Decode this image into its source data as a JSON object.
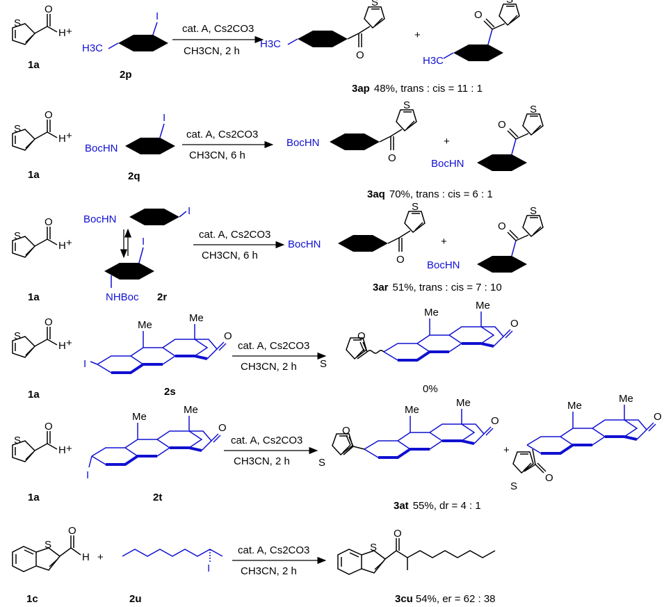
{
  "rows": [
    {
      "aldehyde_label": "1a",
      "plus": "+",
      "substrate_label": "2p",
      "substrate_text": [
        "I",
        "H3C"
      ],
      "reagent_top": "cat. A, Cs2CO3",
      "reagent_bottom": "CH3CN, 2 h",
      "product_label": "3ap",
      "product_result": "48%, trans : cis = 11 : 1"
    },
    {
      "aldehyde_label": "1a",
      "plus": "+",
      "substrate_label": "2q",
      "substrate_text": [
        "I",
        "BocHN"
      ],
      "reagent_top": "cat. A, Cs2CO3",
      "reagent_bottom": "CH3CN, 6 h",
      "product_label": "3aq",
      "product_result": "70%, trans : cis = 6 : 1"
    },
    {
      "aldehyde_label": "1a",
      "plus": "+",
      "substrate_label": "2r",
      "substrate_text": [
        "BocHN",
        "I",
        "NHBoc",
        "I"
      ],
      "reagent_top": "cat. A, Cs2CO3",
      "reagent_bottom": "CH3CN, 6 h",
      "product_label": "3ar",
      "product_result": "51%, trans : cis = 7 : 10"
    },
    {
      "aldehyde_label": "1a",
      "plus": "+",
      "substrate_label": "2s",
      "substrate_text": [
        "Me",
        "Me",
        "O",
        "I"
      ],
      "reagent_top": "cat. A, Cs2CO3",
      "reagent_bottom": "CH3CN, 2 h",
      "product_label": "",
      "product_result": "0%"
    },
    {
      "aldehyde_label": "1a",
      "plus": "+",
      "substrate_label": "2t",
      "substrate_text": [
        "Me",
        "Me",
        "O",
        "I"
      ],
      "reagent_top": "cat. A, Cs2CO3",
      "reagent_bottom": "CH3CN, 2 h",
      "product_label": "3at",
      "product_result": "55%, dr = 4 : 1"
    },
    {
      "aldehyde_label": "1c",
      "plus": "+",
      "substrate_label": "2u",
      "substrate_text": [
        "I"
      ],
      "reagent_top": "cat. A, Cs2CO3",
      "reagent_bottom": "CH3CN, 2 h",
      "product_label": "3cu",
      "product_result": "54%, er = 62 : 38"
    }
  ],
  "atoms": {
    "S": "S",
    "O": "O",
    "H": "H",
    "Me": "Me"
  }
}
